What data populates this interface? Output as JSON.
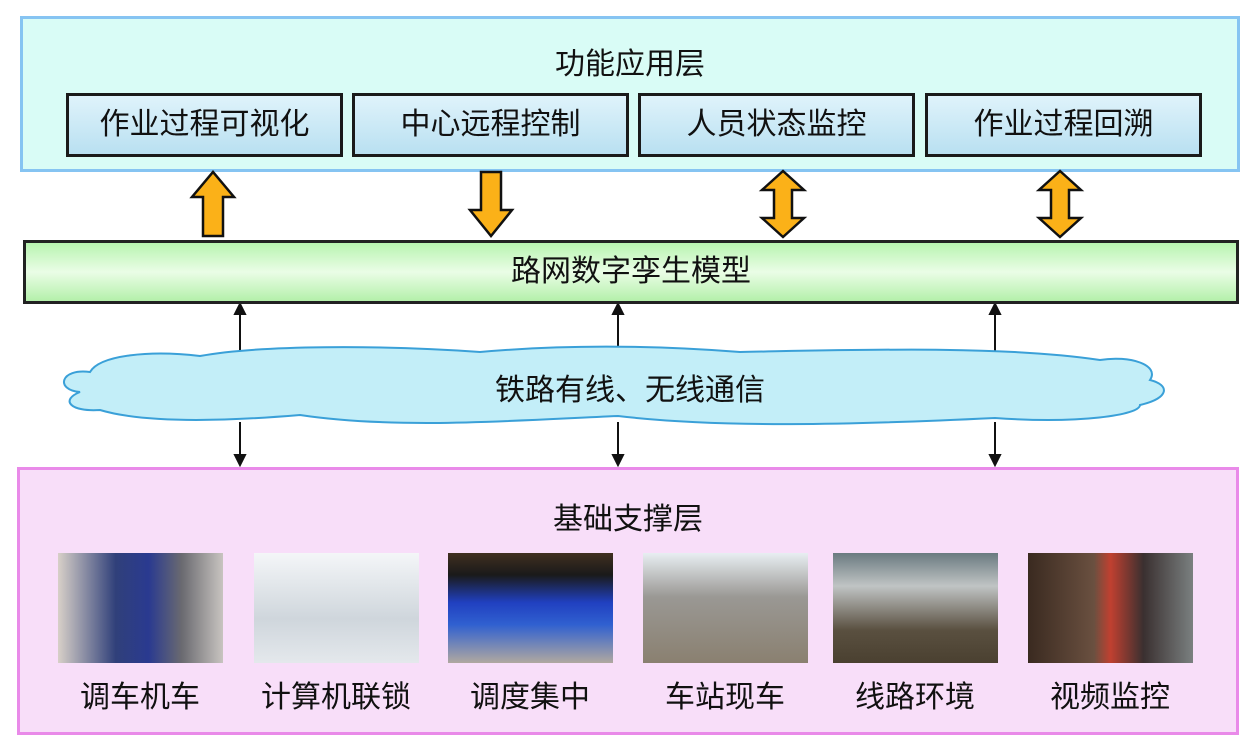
{
  "top_layer": {
    "title": "功能应用层",
    "functions": [
      "作业过程可视化",
      "中心远程控制",
      "人员状态监控",
      "作业过程回溯"
    ]
  },
  "model_layer": {
    "title": "路网数字孪生模型"
  },
  "network": {
    "title": "铁路有线、无线通信"
  },
  "bottom_layer": {
    "title": "基础支撑层",
    "items": [
      "调车机车",
      "计算机联锁",
      "调度集中",
      "车站现车",
      "线路环境",
      "视频监控"
    ]
  },
  "colors": {
    "arrow": "#fbb118",
    "top_bg": "#d9fcf6",
    "bottom_bg": "#f8def9"
  }
}
